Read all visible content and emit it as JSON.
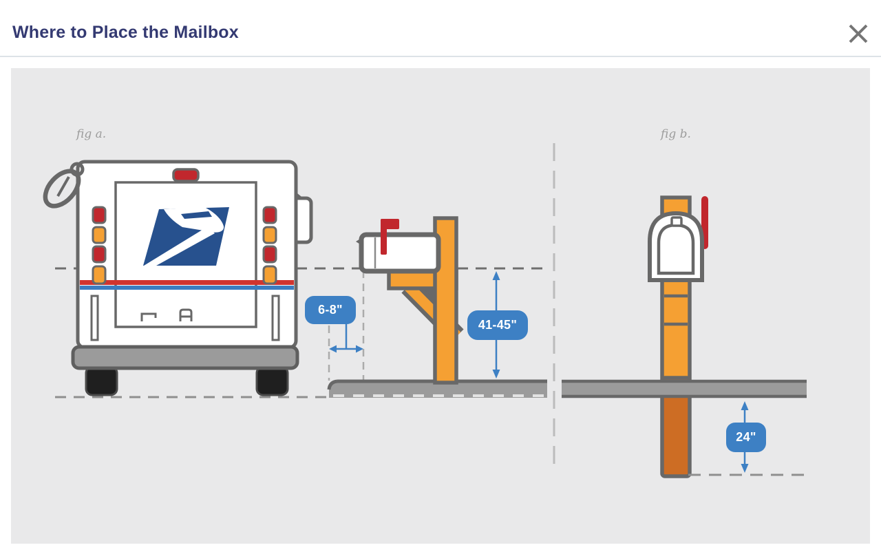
{
  "modal": {
    "title": "Where to Place the Mailbox",
    "close_icon": "✕"
  },
  "figures": [
    {
      "label": "fig a.",
      "scene": "usps-truck-beside-curbside-mailbox",
      "measurements": [
        {
          "name": "mailbox-setback-from-curb",
          "value": "6-8\""
        },
        {
          "name": "mailbox-bottom-height-above-street",
          "value": "41-45\""
        }
      ]
    },
    {
      "label": "fig b.",
      "scene": "mailbox-post-cross-section",
      "measurements": [
        {
          "name": "post-depth-below-ground",
          "value": "24\""
        }
      ]
    }
  ],
  "colors": {
    "accent_blue": "#3D80C4",
    "post_orange": "#F5A033",
    "buried_post_orange": "#CD6D24",
    "flag_red": "#C1272D",
    "stripe_red": "#D0342F",
    "stripe_blue": "#3C7DC0",
    "usps_logo_blue": "#27518E",
    "outline_gray": "#686868",
    "ground_gray": "#9B9B9B",
    "panel_gray": "#E9E9EA",
    "title_navy": "#343A72"
  }
}
